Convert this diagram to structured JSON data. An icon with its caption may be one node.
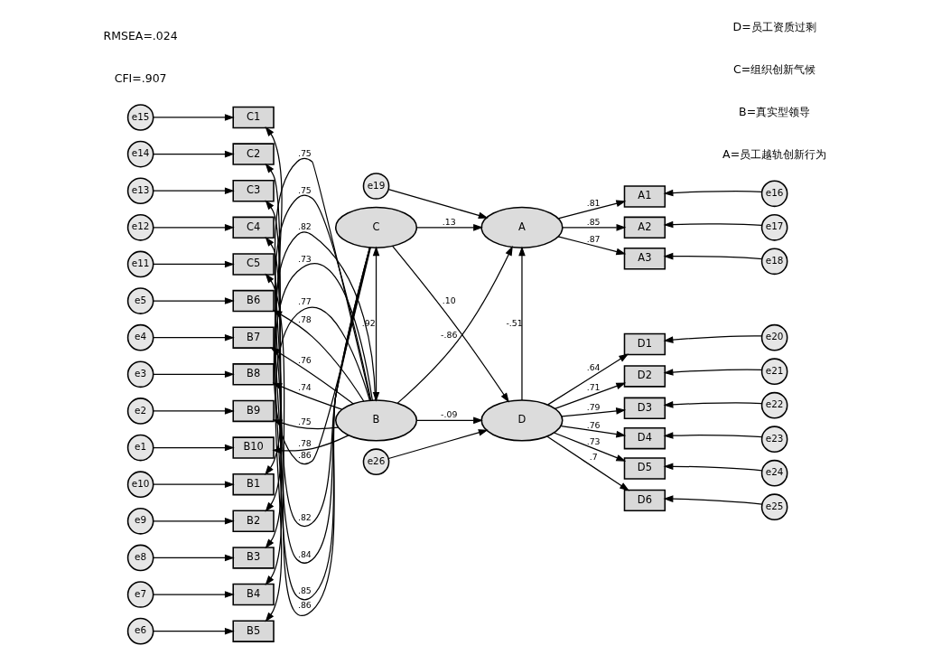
{
  "diagram": {
    "nodes": [
      {
        "text": [
          "B"
        ]
      },
      {
        "text": [
          "C"
        ]
      },
      {
        "text": [
          "D"
        ]
      },
      {
        "text": [
          "A"
        ]
      },
      {
        "text": [
          "e26"
        ]
      },
      {
        "text": [
          "e19"
        ]
      },
      {
        "text": [
          "B1"
        ]
      },
      {
        "text": [
          "B2"
        ]
      },
      {
        "text": [
          "B3"
        ]
      },
      {
        "text": [
          "B4"
        ]
      },
      {
        "text": [
          "B5"
        ]
      },
      {
        "text": [
          "B6"
        ]
      },
      {
        "text": [
          "B7"
        ]
      },
      {
        "text": [
          "B8"
        ]
      },
      {
        "text": [
          "B9"
        ]
      },
      {
        "text": [
          "B10"
        ]
      },
      {
        "text": [
          "e10"
        ]
      },
      {
        "text": [
          "e9"
        ]
      },
      {
        "text": [
          "e8"
        ]
      },
      {
        "text": [
          "e7"
        ]
      },
      {
        "text": [
          "e6"
        ]
      },
      {
        "text": [
          "e5"
        ]
      },
      {
        "text": [
          "e4"
        ]
      },
      {
        "text": [
          "e3"
        ]
      },
      {
        "text": [
          "e2"
        ]
      },
      {
        "text": [
          "e1"
        ]
      },
      {
        "text": [
          "C1"
        ]
      },
      {
        "text": [
          "C2"
        ]
      },
      {
        "text": [
          "C3"
        ]
      },
      {
        "text": [
          "C4"
        ]
      },
      {
        "text": [
          "C5"
        ]
      },
      {
        "text": [
          "e15"
        ]
      },
      {
        "text": [
          "e14"
        ]
      },
      {
        "text": [
          "e13"
        ]
      },
      {
        "text": [
          "e12"
        ]
      },
      {
        "text": [
          "e11"
        ]
      },
      {
        "text": [
          "D1"
        ]
      },
      {
        "text": [
          "D2"
        ]
      },
      {
        "text": [
          "D3"
        ]
      },
      {
        "text": [
          "D4"
        ]
      },
      {
        "text": [
          "D5"
        ]
      },
      {
        "text": [
          "D6"
        ]
      },
      {
        "text": [
          "e20"
        ]
      },
      {
        "text": [
          "e21"
        ]
      },
      {
        "text": [
          "e22"
        ]
      },
      {
        "text": [
          "e23"
        ]
      },
      {
        "text": [
          "e24"
        ]
      },
      {
        "text": [
          "e25"
        ]
      },
      {
        "text": [
          "A1"
        ]
      },
      {
        "text": [
          "A2"
        ]
      },
      {
        "text": [
          "A3"
        ]
      },
      {
        "text": [
          "e16"
        ]
      },
      {
        "text": [
          "e17"
        ]
      },
      {
        "text": [
          "e18"
        ]
      }
    ],
    "edges": [
      {
        "from": 16,
        "to": 6,
        "arrow": "to"
      },
      {
        "from": 17,
        "to": 7,
        "arrow": "to"
      },
      {
        "from": 18,
        "to": 8,
        "arrow": "to"
      },
      {
        "from": 19,
        "to": 9,
        "arrow": "to"
      },
      {
        "from": 20,
        "to": 10,
        "arrow": "to"
      },
      {
        "from": 21,
        "to": 11,
        "arrow": "to"
      },
      {
        "from": 22,
        "to": 12,
        "arrow": "to"
      },
      {
        "from": 23,
        "to": 13,
        "arrow": "to"
      },
      {
        "from": 24,
        "to": 14,
        "arrow": "to"
      },
      {
        "from": 25,
        "to": 15,
        "arrow": "to"
      },
      {
        "from": 0,
        "to": 6,
        "arrow": "to",
        "label": ".75"
      },
      {
        "from": 0,
        "to": 7,
        "arrow": "to",
        "label": ".75"
      },
      {
        "from": 0,
        "to": 8,
        "arrow": "to",
        "label": ".82"
      },
      {
        "from": 0,
        "to": 9,
        "arrow": "to",
        "label": ".73"
      },
      {
        "from": 0,
        "to": 10,
        "arrow": "to",
        "label": ".77"
      },
      {
        "from": 0,
        "to": 11,
        "arrow": "to",
        "label": ".78"
      },
      {
        "from": 0,
        "to": 12,
        "arrow": "to",
        "label": ".76"
      },
      {
        "from": 0,
        "to": 13,
        "arrow": "to",
        "label": ".74"
      },
      {
        "from": 0,
        "to": 14,
        "arrow": "to",
        "label": ".75"
      },
      {
        "from": 0,
        "to": 15,
        "arrow": "to",
        "label": ".78"
      },
      {
        "from": 31,
        "to": 26,
        "arrow": "to"
      },
      {
        "from": 32,
        "to": 27,
        "arrow": "to"
      },
      {
        "from": 33,
        "to": 28,
        "arrow": "to"
      },
      {
        "from": 34,
        "to": 29,
        "arrow": "to"
      },
      {
        "from": 35,
        "to": 30,
        "arrow": "to"
      },
      {
        "from": 1,
        "to": 26,
        "arrow": "to",
        "label": ".86"
      },
      {
        "from": 1,
        "to": 27,
        "arrow": "to",
        "label": ".82"
      },
      {
        "from": 1,
        "to": 28,
        "arrow": "to",
        "label": ".84"
      },
      {
        "from": 1,
        "to": 29,
        "arrow": "to",
        "label": ".85"
      },
      {
        "from": 1,
        "to": 30,
        "arrow": "to",
        "label": ".86"
      },
      {
        "from": 4,
        "to": 2,
        "arrow": "to"
      },
      {
        "from": 5,
        "to": 3,
        "arrow": "to"
      },
      {
        "from": 0,
        "to": 2,
        "arrow": "to",
        "label": "-.09"
      },
      {
        "from": 1,
        "to": 2,
        "arrow": "to",
        "label": ".10"
      },
      {
        "from": 0,
        "to": 1,
        "arrow": "both",
        "label": ".92"
      },
      {
        "from": 0,
        "to": 3,
        "arrow": "to",
        "label": "-.86"
      },
      {
        "from": 2,
        "to": 3,
        "arrow": "to",
        "label": "-.51"
      },
      {
        "from": 1,
        "to": 3,
        "arrow": "to",
        "label": ".13"
      },
      {
        "from": 2,
        "to": 36,
        "arrow": "to",
        "label": ".64"
      },
      {
        "from": 2,
        "to": 37,
        "arrow": "to",
        "label": ".71"
      },
      {
        "from": 2,
        "to": 38,
        "arrow": "to",
        "label": ".79"
      },
      {
        "from": 2,
        "to": 39,
        "arrow": "to",
        "label": ".76"
      },
      {
        "from": 2,
        "to": 40,
        "arrow": "to",
        "label": ".73"
      },
      {
        "from": 2,
        "to": 41,
        "arrow": "to",
        "label": ".7"
      },
      {
        "from": 42,
        "to": 36,
        "arrow": "to"
      },
      {
        "from": 43,
        "to": 37,
        "arrow": "to"
      },
      {
        "from": 44,
        "to": 38,
        "arrow": "to"
      },
      {
        "from": 45,
        "to": 39,
        "arrow": "to"
      },
      {
        "from": 46,
        "to": 40,
        "arrow": "to"
      },
      {
        "from": 47,
        "to": 41,
        "arrow": "to"
      },
      {
        "from": 3,
        "to": 48,
        "arrow": "to",
        "label": ".81"
      },
      {
        "from": 3,
        "to": 49,
        "arrow": "to",
        "label": ".85"
      },
      {
        "from": 3,
        "to": 50,
        "arrow": "to",
        "label": ".87"
      },
      {
        "from": 51,
        "to": 48,
        "arrow": "to"
      },
      {
        "from": 52,
        "to": 49,
        "arrow": "to"
      },
      {
        "from": 53,
        "to": 50,
        "arrow": "to"
      }
    ],
    "labels": [
      "CFI=.907",
      "RMSEA=.024",
      "A=员工越轨创新行为",
      "B=真实型领导",
      "C=组织创新气候",
      "D=员工资质过剩"
    ]
  }
}
